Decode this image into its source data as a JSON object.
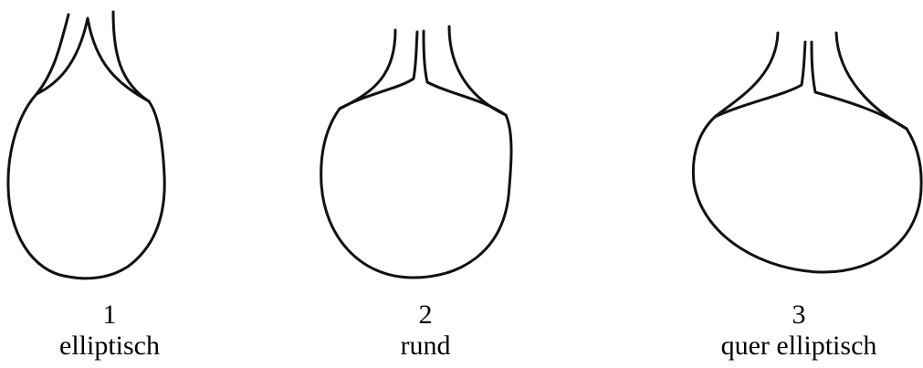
{
  "shapes": [
    {
      "number": "1",
      "label": "elliptisch"
    },
    {
      "number": "2",
      "label": "rund"
    },
    {
      "number": "3",
      "label": "quer elliptisch"
    }
  ],
  "colors": {
    "stroke": "#111111",
    "background": "#ffffff"
  }
}
